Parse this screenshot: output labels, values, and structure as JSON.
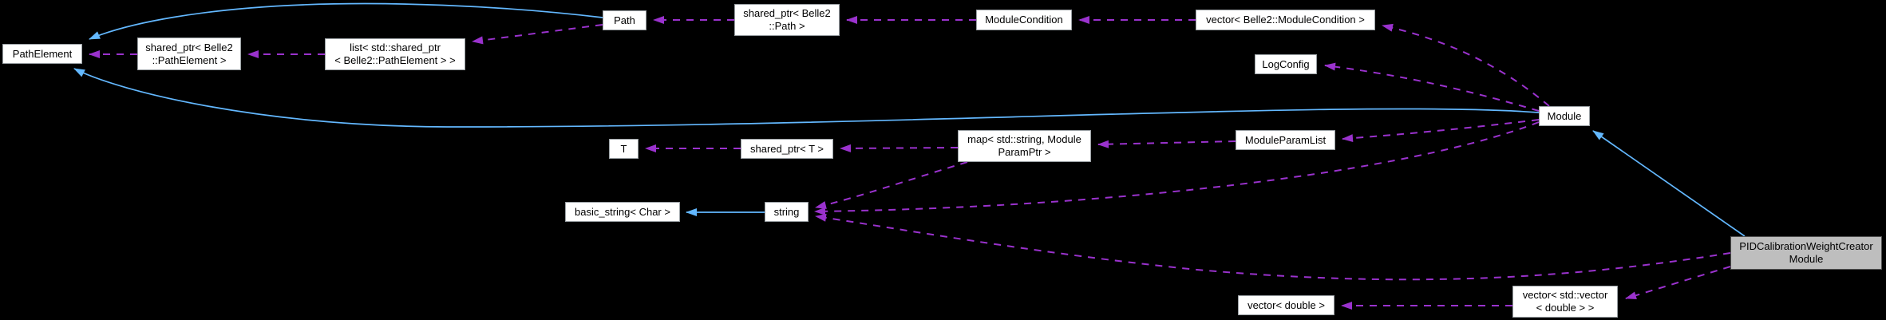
{
  "diagram": {
    "type": "doxygen-collaboration-graph",
    "colors": {
      "background": "#000000",
      "inherit_edge": "#63b8ff",
      "usage_edge": "#9a32cd",
      "node_fill": "#ffffff",
      "node_border": "#9aa0a4",
      "highlight_fill": "#bebebe",
      "highlight_border": "#4f4f4f",
      "text": "#000000"
    },
    "nodes": {
      "pathelement": {
        "line1": "PathElement"
      },
      "shared_ptr_pathelement": {
        "line1": "shared_ptr< Belle2",
        "line2": "::PathElement >"
      },
      "list_shared_ptr": {
        "line1": "list< std::shared_ptr",
        "line2": "< Belle2::PathElement > >"
      },
      "path": {
        "line1": "Path"
      },
      "shared_ptr_path": {
        "line1": "shared_ptr< Belle2",
        "line2": "::Path >"
      },
      "module_condition": {
        "line1": "ModuleCondition"
      },
      "vector_module_condition": {
        "line1": "vector< Belle2::ModuleCondition >"
      },
      "log_config": {
        "line1": "LogConfig"
      },
      "module": {
        "line1": "Module"
      },
      "t": {
        "line1": "T"
      },
      "shared_ptr_t": {
        "line1": "shared_ptr< T >"
      },
      "map_string_moduleparamptr": {
        "line1": "map< std::string, Module",
        "line2": "ParamPtr >"
      },
      "module_param_list": {
        "line1": "ModuleParamList"
      },
      "basic_string_char": {
        "line1": "basic_string< Char >"
      },
      "string": {
        "line1": "string"
      },
      "pid_module": {
        "line1": "PIDCalibrationWeightCreator",
        "line2": "Module"
      },
      "vector_double": {
        "line1": "vector< double >"
      },
      "vector_vector_double": {
        "line1": "vector< std::vector",
        "line2": "< double > >"
      }
    },
    "edges": [
      {
        "from": "Path",
        "to": "PathElement",
        "relation": "inherits",
        "style": "solid-blue"
      },
      {
        "from": "Module",
        "to": "PathElement",
        "relation": "inherits",
        "style": "solid-blue"
      },
      {
        "from": "string",
        "to": "basic_string< Char >",
        "relation": "inherits",
        "style": "solid-blue"
      },
      {
        "from": "PIDCalibrationWeightCreatorModule",
        "to": "Module",
        "relation": "inherits",
        "style": "solid-blue"
      },
      {
        "from": "shared_ptr< Belle2::PathElement >",
        "to": "PathElement",
        "relation": "uses",
        "style": "dashed-purple"
      },
      {
        "from": "list< std::shared_ptr< Belle2::PathElement > >",
        "to": "shared_ptr< Belle2::PathElement >",
        "relation": "uses",
        "style": "dashed-purple"
      },
      {
        "from": "Path",
        "to": "list< std::shared_ptr< Belle2::PathElement > >",
        "relation": "uses",
        "style": "dashed-purple"
      },
      {
        "from": "shared_ptr< Belle2::Path >",
        "to": "Path",
        "relation": "uses",
        "style": "dashed-purple"
      },
      {
        "from": "ModuleCondition",
        "to": "shared_ptr< Belle2::Path >",
        "relation": "uses",
        "style": "dashed-purple"
      },
      {
        "from": "vector< Belle2::ModuleCondition >",
        "to": "ModuleCondition",
        "relation": "uses",
        "style": "dashed-purple"
      },
      {
        "from": "Module",
        "to": "vector< Belle2::ModuleCondition >",
        "relation": "uses",
        "style": "dashed-purple"
      },
      {
        "from": "Module",
        "to": "LogConfig",
        "relation": "uses",
        "style": "dashed-purple"
      },
      {
        "from": "Module",
        "to": "ModuleParamList",
        "relation": "uses",
        "style": "dashed-purple"
      },
      {
        "from": "Module",
        "to": "string",
        "relation": "uses",
        "style": "dashed-purple"
      },
      {
        "from": "ModuleParamList",
        "to": "map< std::string, ModuleParamPtr >",
        "relation": "uses",
        "style": "dashed-purple"
      },
      {
        "from": "map< std::string, ModuleParamPtr >",
        "to": "shared_ptr< T >",
        "relation": "uses",
        "style": "dashed-purple"
      },
      {
        "from": "shared_ptr< T >",
        "to": "T",
        "relation": "uses",
        "style": "dashed-purple"
      },
      {
        "from": "map< std::string, ModuleParamPtr >",
        "to": "string",
        "relation": "uses",
        "style": "dashed-purple"
      },
      {
        "from": "PIDCalibrationWeightCreatorModule",
        "to": "string",
        "relation": "uses",
        "style": "dashed-purple"
      },
      {
        "from": "PIDCalibrationWeightCreatorModule",
        "to": "vector< std::vector< double > >",
        "relation": "uses",
        "style": "dashed-purple"
      },
      {
        "from": "vector< std::vector< double > >",
        "to": "vector< double >",
        "relation": "uses",
        "style": "dashed-purple"
      }
    ]
  }
}
